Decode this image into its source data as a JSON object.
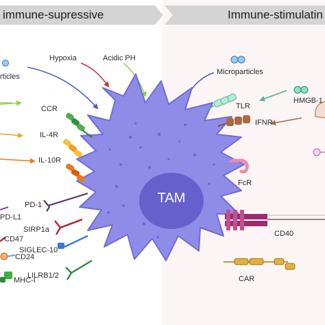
{
  "header": {
    "left": "immune-supressive",
    "right": "Immune-stimulatin"
  },
  "cell": {
    "label": "TAM"
  },
  "stimuli": {
    "hypoxia": "Hypoxia",
    "acidic_ph": "Acidic PH",
    "microparticles_left": "rticles",
    "microparticles_right": "Microparticles"
  },
  "receptors_left": {
    "ccr": "CCR",
    "il4r": "IL-4R",
    "il10r": "IL-10R",
    "pd1": "PD-1",
    "sirp1a": "SIRP1a",
    "siglec10": "SIGLEC-10",
    "lilrb": "LILRB1/2"
  },
  "ligands_left": {
    "pdl1": "PD-L1",
    "cd47": "CD47",
    "cd24": "CD24",
    "mhc1": "MHC-I"
  },
  "receptors_right": {
    "tlr": "TLR",
    "hmgb1": "HMGB-1",
    "ifnr": "IFNR",
    "fcr": "FcR",
    "cd40": "CD40",
    "car": "CAR"
  },
  "colors": {
    "cell_fill": "#8f8ce8",
    "cell_outline": "#6f6bd8",
    "nucleus": "#6660cc",
    "left_bg": "#ffffff",
    "right_bg": "#fbf5f6",
    "header_bg": "#d4d4d4"
  }
}
